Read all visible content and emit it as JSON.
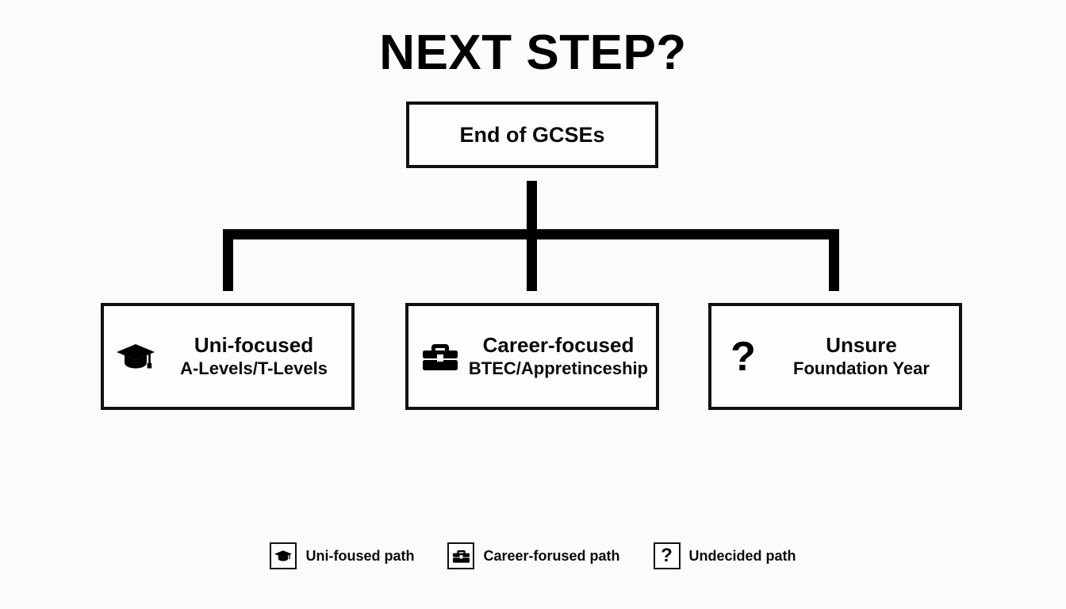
{
  "diagram": {
    "title": "NEXT STEP?",
    "root": {
      "label": "End of GCSEs",
      "icon": "none"
    },
    "options": [
      {
        "title": "Uni-focused",
        "subtitle": "A-Levels/T-Levels",
        "icon": "graduation-cap-icon"
      },
      {
        "title": "Career-focused",
        "subtitle": "BTEC/Appretinceship",
        "icon": "briefcase-icon"
      },
      {
        "title": "Unsure",
        "subtitle": "Foundation Year",
        "icon": "question-mark-icon",
        "icon_glyph": "?"
      }
    ],
    "legend": [
      {
        "label": "Uni-foused path",
        "icon": "graduation-cap-icon"
      },
      {
        "label": "Career-forused path",
        "icon": "briefcase-icon"
      },
      {
        "label": "Undecided path",
        "icon": "question-mark-icon",
        "icon_glyph": "?"
      }
    ],
    "colors": {
      "background": "#fbfbfa",
      "ink": "#0a0a0a",
      "box_border": "#111111",
      "connector": "#000000",
      "box_fill": "#fdfdfc"
    }
  }
}
